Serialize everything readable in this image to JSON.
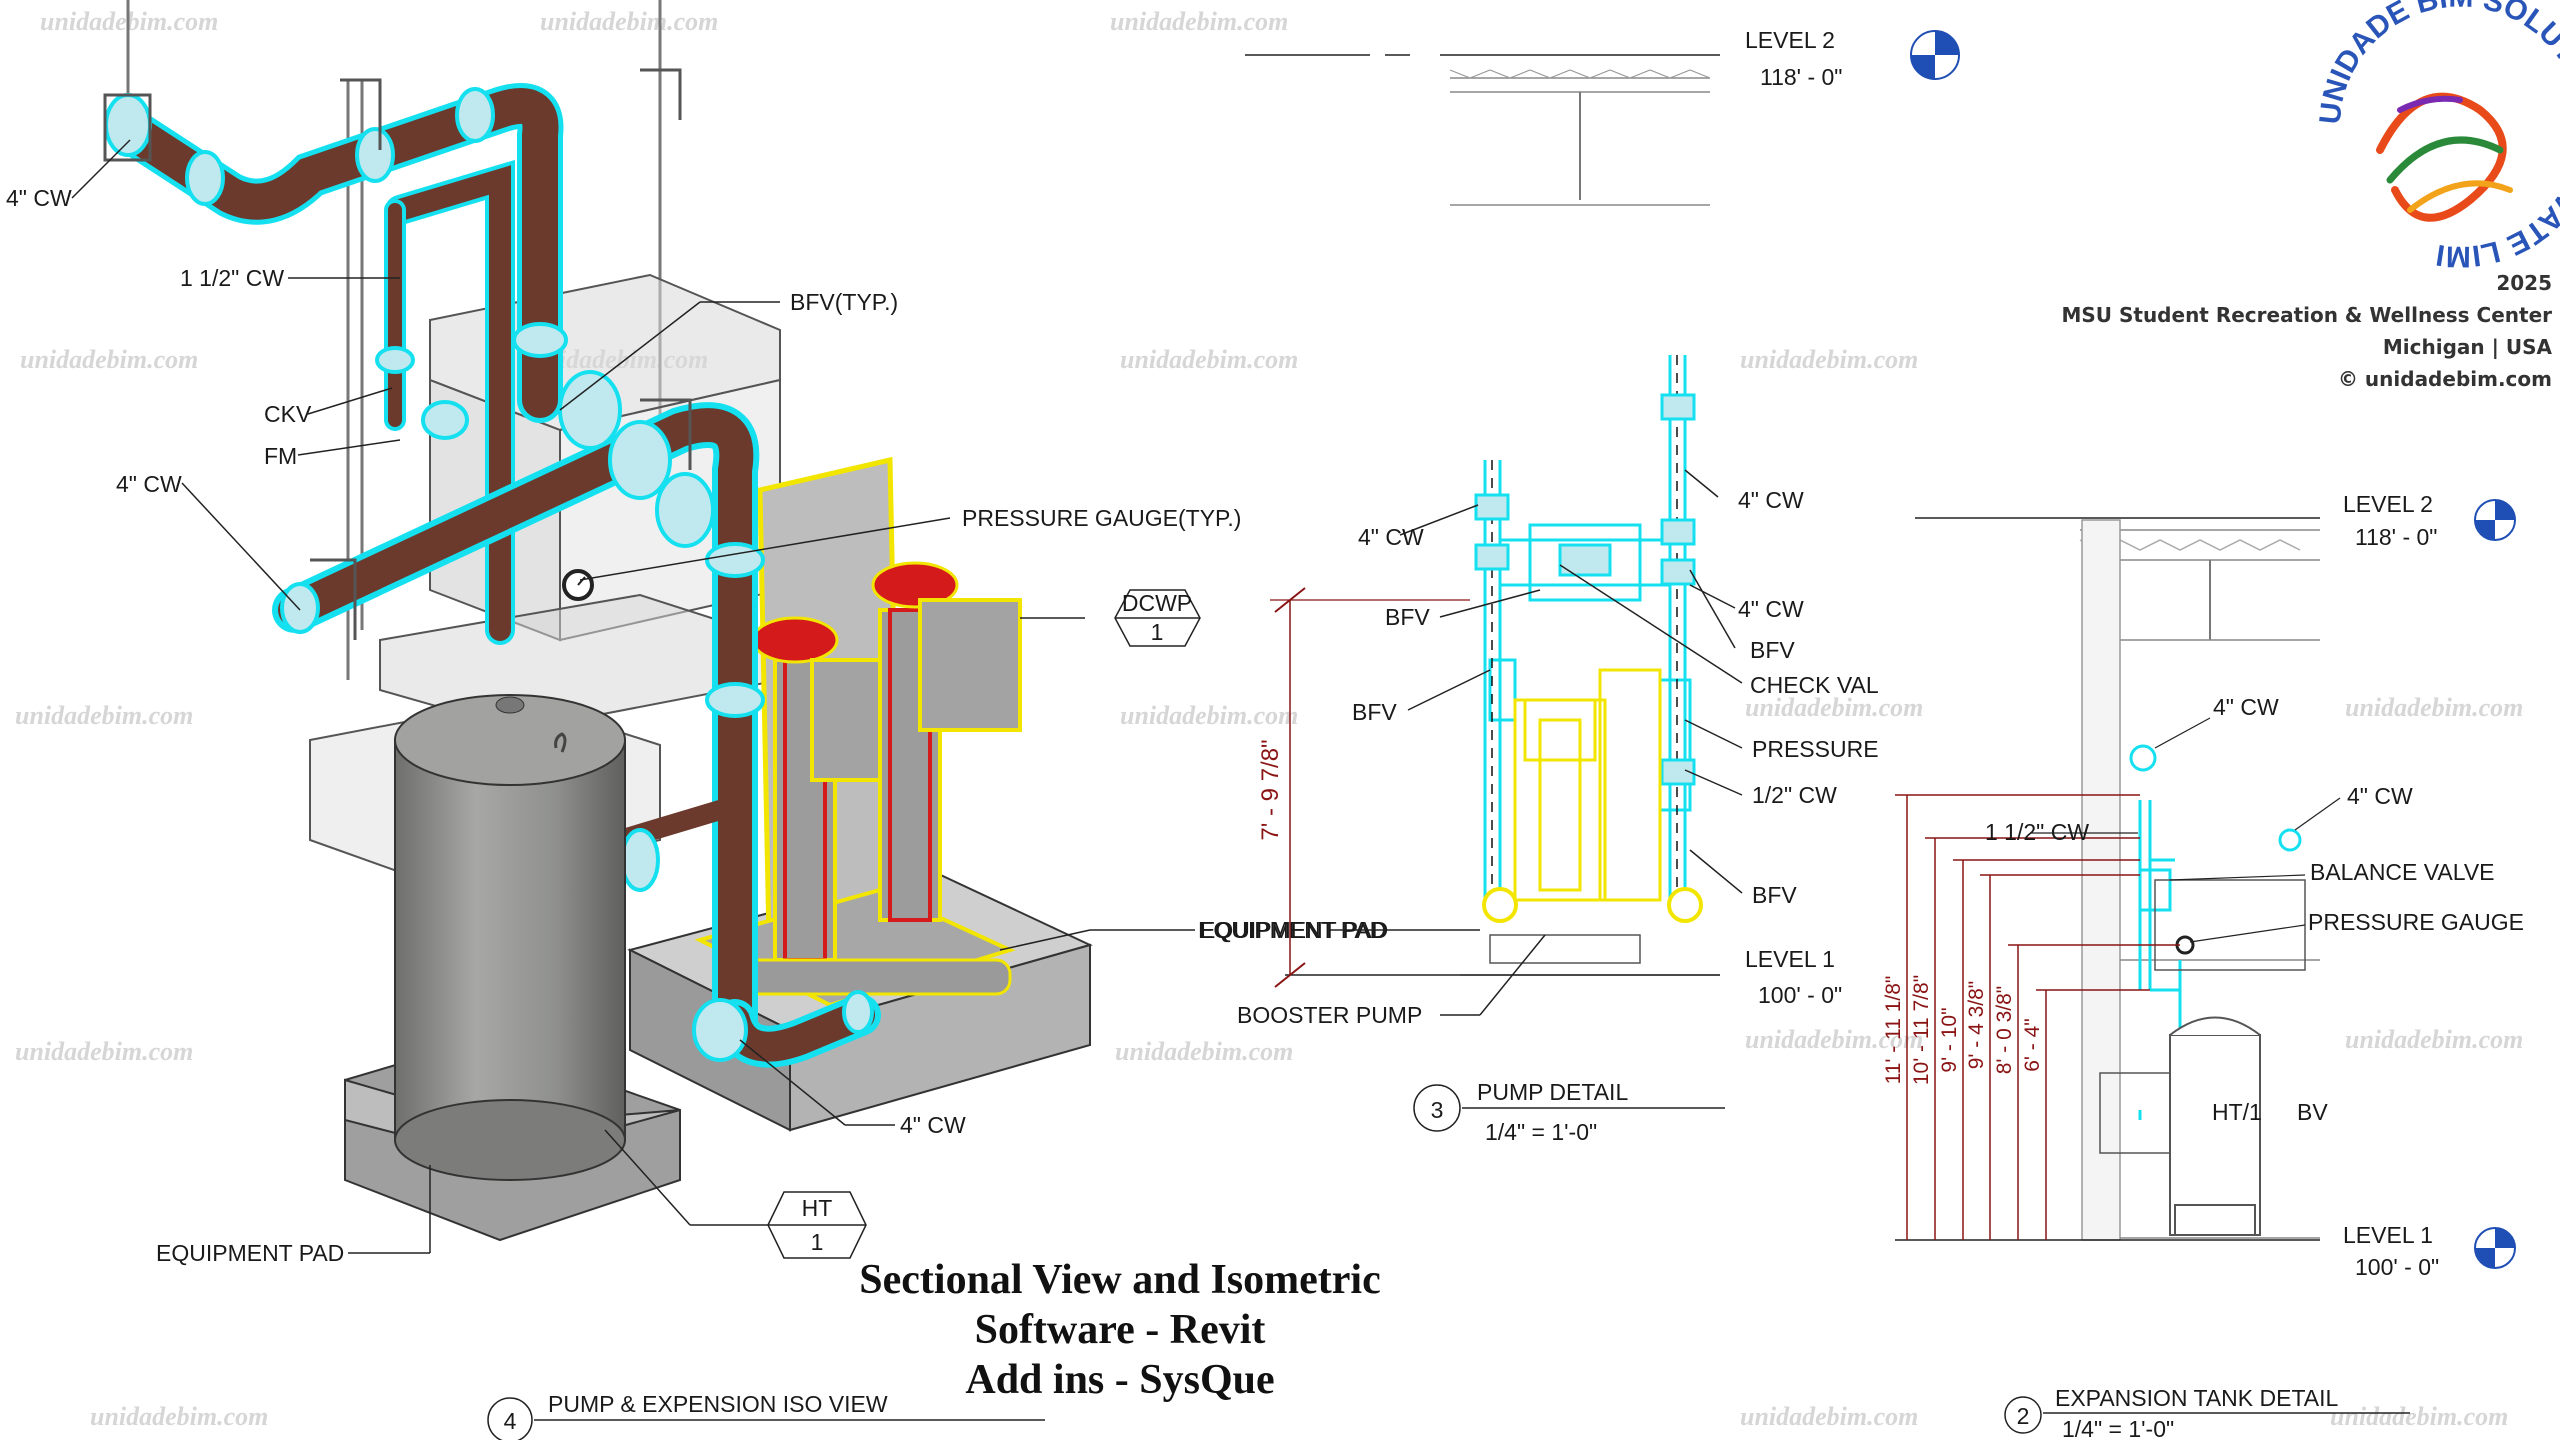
{
  "watermark": "unidadebim.com",
  "logo_text": "UNIDADE BIM SOLUTIONS PRIVATE LIMITED",
  "title_block": {
    "year": "2025",
    "project": "MSU Student Recreation & Wellness Center",
    "location": "Michigan | USA",
    "copyright": "© unidadebim.com"
  },
  "caption": {
    "line1": "Sectional View and Isometric",
    "line2": "Software - Revit",
    "line3": "Add ins - SysQue"
  },
  "iso_view": {
    "number": "4",
    "title": "PUMP & EXPENSION ISO VIEW",
    "labels": {
      "cw4_top": "4\" CW",
      "cw112": "1 1/2\" CW",
      "bfv_typ": "BFV(TYP.)",
      "ckv": "CKV",
      "fm": "FM",
      "cw4_mid": "4\" CW",
      "pressure_gauge": "PRESSURE GAUGE(TYP.)",
      "equipment_pad_right": "EQUIPMENT PAD",
      "cw4_bottom": "4\" CW",
      "equipment_pad_left": "EQUIPMENT PAD"
    },
    "tag_dcwp": {
      "name": "DCWP",
      "num": "1"
    },
    "tag_ht": {
      "name": "HT",
      "num": "1"
    }
  },
  "pump_detail": {
    "number": "3",
    "title": "PUMP DETAIL",
    "scale": "1/4\" = 1'-0\"",
    "level2_name": "LEVEL 2",
    "level2_elev": "118' - 0\"",
    "level1_name": "LEVEL 1",
    "level1_elev": "100' - 0\"",
    "dimension": "7' - 9 7/8\"",
    "labels": {
      "cw4_left": "4\" CW",
      "bfv_a": "BFV",
      "bfv_b": "BFV",
      "equipment_pad": "EQUIPMENT PAD",
      "booster_pump": "BOOSTER PUMP",
      "cw4_right_top": "4\" CW",
      "cw4_right_mid": "4\" CW",
      "bfv_right": "BFV",
      "check_valve": "CHECK VAL",
      "pressure": "PRESSURE",
      "cw12": "1/2\" CW",
      "bfv_low": "BFV"
    }
  },
  "expansion_detail": {
    "number": "2",
    "title": "EXPANSION TANK DETAIL",
    "scale": "1/4\" = 1'-0\"",
    "level2_name": "LEVEL 2",
    "level2_elev": "118' - 0\"",
    "level1_name": "LEVEL 1",
    "level1_elev": "100' - 0\"",
    "dimensions": [
      "11' - 11 1/8\"",
      "10' - 11 7/8\"",
      "9' - 10\"",
      "9' - 4 3/8\"",
      "8' - 0 3/8\"",
      "6' - 4\""
    ],
    "labels": {
      "cw4_a": "4\" CW",
      "cw4_b": "4\" CW",
      "cw112": "1 1/2\" CW",
      "balance_valve": "BALANCE VALVE",
      "pressure_gauge": "PRESSURE GAUGE",
      "ht": "HT/1",
      "bv": "BV"
    }
  },
  "colors": {
    "pipe_brown": "#6b3a2c",
    "cyan": "#14e0f0",
    "yellow": "#f2e600",
    "red": "#d41a1a",
    "tank_gray": "#8e8f8c",
    "dim_red": "#8a1414",
    "symbol_blue": "#1f4fb4"
  }
}
